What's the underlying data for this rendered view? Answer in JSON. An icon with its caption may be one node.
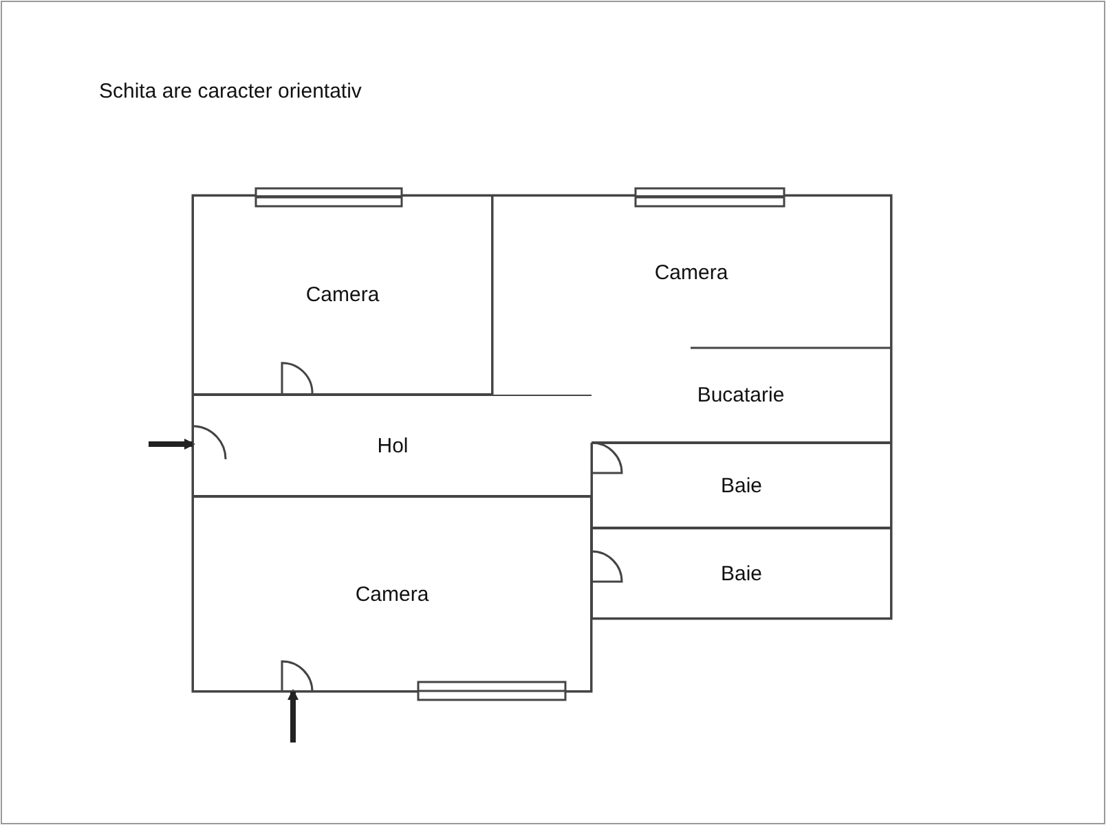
{
  "diagram": {
    "title": "Schita are caracter orientativ",
    "nodes": [
      {
        "text": [
          "Camera"
        ]
      },
      {
        "text": [
          "Camera"
        ]
      },
      {
        "text": [
          "Bucatarie"
        ]
      },
      {
        "text": [
          "Hol"
        ]
      },
      {
        "text": [
          "Baie"
        ]
      },
      {
        "text": [
          "Baie"
        ]
      },
      {
        "text": [
          "Camera"
        ]
      }
    ],
    "edges": [
      {
        "from": null,
        "to": 3,
        "arrow": "to"
      },
      {
        "from": null,
        "to": 6,
        "arrow": "to"
      }
    ]
  }
}
